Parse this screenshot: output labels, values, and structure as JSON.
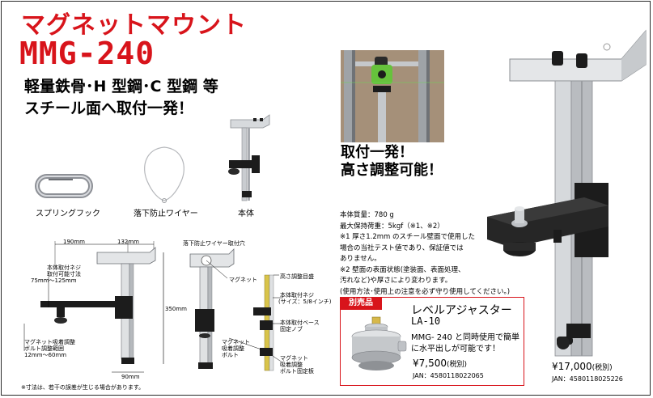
{
  "header": {
    "title_jp": "マグネットマウント",
    "model": "MMG-240",
    "tagline_1": "軽量鉄骨･H 型鋼･C 型鋼 等",
    "tagline_2": "スチール面へ取付一発！"
  },
  "accessories": {
    "spring_hook": "スプリングフック",
    "safety_wire": "落下防止ワイヤー",
    "body": "本体"
  },
  "photo_note": {
    "line1": "取付一発！",
    "line2": "高さ調整可能！"
  },
  "diagram_left": {
    "dim_190": "190mm",
    "dim_132": "132mm",
    "dim_350": "350mm",
    "dim_90": "90mm",
    "label_screw_title": "本体取付ネジ",
    "label_screw_range": "取付可能寸法",
    "label_screw_dim": "75mm～125mm",
    "label_bolt_1": "マグネット吸着調整",
    "label_bolt_2": "ボルト調整範囲",
    "label_bolt_3": "12mm～60mm",
    "footnote": "※寸法は、若干の誤差が生じる場合があります。"
  },
  "diagram_right": {
    "wire_hole": "落下防止ワイヤー取付穴",
    "magnet": "マグネット",
    "height_scale": "高さ調整目盛",
    "screw_1": "本体取付ネジ",
    "screw_2": "(サイズ：5/8インチ)",
    "base_knob_1": "本体取付ベース",
    "base_knob_2": "固定ノブ",
    "magnet_bolt_1": "マグネット",
    "magnet_bolt_2": "吸着調整",
    "magnet_bolt_3": "ボルト",
    "magnet_plate_1": "マグネット",
    "magnet_plate_2": "吸着調整",
    "magnet_plate_3": "ボルト固定板"
  },
  "specs": {
    "weight": "本体質量：780 g",
    "load": "最大保持荷重：5kgf（※1、※2）",
    "note1_a": "※1 厚さ1.2mm のスチール壁面で使用した",
    "note1_b": "場合の当社テスト値であり、保証値では",
    "note1_c": "ありません。",
    "note2_a": "※2 壁面の表面状態(塗装面、表面処理、",
    "note2_b": "汚れなど)や厚さにより変わります。",
    "usage": "(使用方法･使用上の注意を必ず守り使用してください。)"
  },
  "extra_product": {
    "badge": "別売品",
    "name": "レベルアジャスター",
    "model": "LA-10",
    "desc_1": "MMG- 240 と同時使用で簡単",
    "desc_2": "に水平出しが可能です！",
    "price": "¥7,500",
    "price_tax": "(税別)",
    "jan": "JAN：4580118022065"
  },
  "main_product": {
    "price": "¥17,000",
    "price_tax": "(税別)",
    "jan": "JAN：4580118025226"
  },
  "colors": {
    "accent_red": "#d8141b",
    "aluminum": "#c9ccd0",
    "black_part": "#1c1c1c"
  }
}
